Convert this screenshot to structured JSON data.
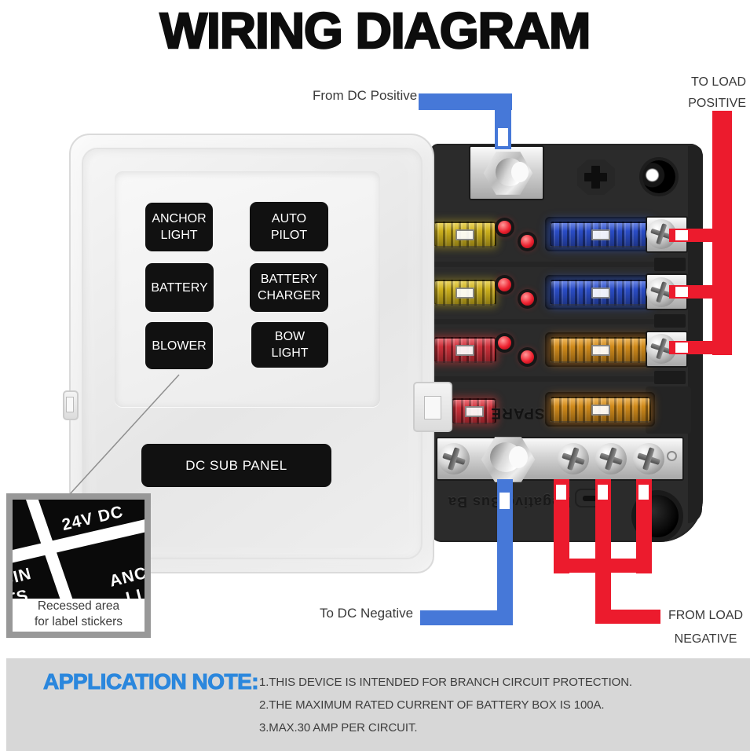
{
  "title": "WIRING DIAGRAM",
  "annotations": {
    "from_dc_positive": "From DC Positive",
    "to_load_positive_1": "TO LOAD",
    "to_load_positive_2": "POSITIVE",
    "to_dc_negative": "To DC Negative",
    "from_load_negative_1": "FROM LOAD",
    "from_load_negative_2": "NEGATIVE"
  },
  "cover": {
    "circuit_labels": [
      "ANCHOR\nLIGHT",
      "AUTO\nPILOT",
      "BATTERY",
      "BATTERY\nCHARGER",
      "BLOWER",
      "BOW\nLIGHT"
    ],
    "panel_label": "DC SUB PANEL"
  },
  "fuse_block": {
    "spare_label": "SPARE",
    "negative_bus_label": "Negative Bus Ba"
  },
  "inset": {
    "sticker_main": "24V DC",
    "fragment_cabin_1": "BIN",
    "fragment_cabin_2": "TS",
    "fragment_anchor_1": "ANC",
    "fragment_anchor_2": "LI",
    "caption_1": "Recessed area",
    "caption_2": "for label stickers"
  },
  "application_note": {
    "heading": "APPLICATION NOTE:",
    "notes": [
      "1.THIS DEVICE IS INTENDED FOR BRANCH CIRCUIT PROTECTION.",
      "2.THE MAXIMUM RATED CURRENT OF BATTERY BOX IS 100A.",
      "3.MAX.30 AMP PER CIRCUIT."
    ]
  },
  "colors": {
    "wire_blue": "#4678d8",
    "wire_red": "#ec1b2d",
    "note_heading": "#2b87dd",
    "fuse_yellow": "#e3c41f",
    "fuse_blue": "#2f55dd",
    "fuse_orange": "#e99b1e",
    "fuse_red": "#e33540",
    "led_red": "#ee2230"
  }
}
